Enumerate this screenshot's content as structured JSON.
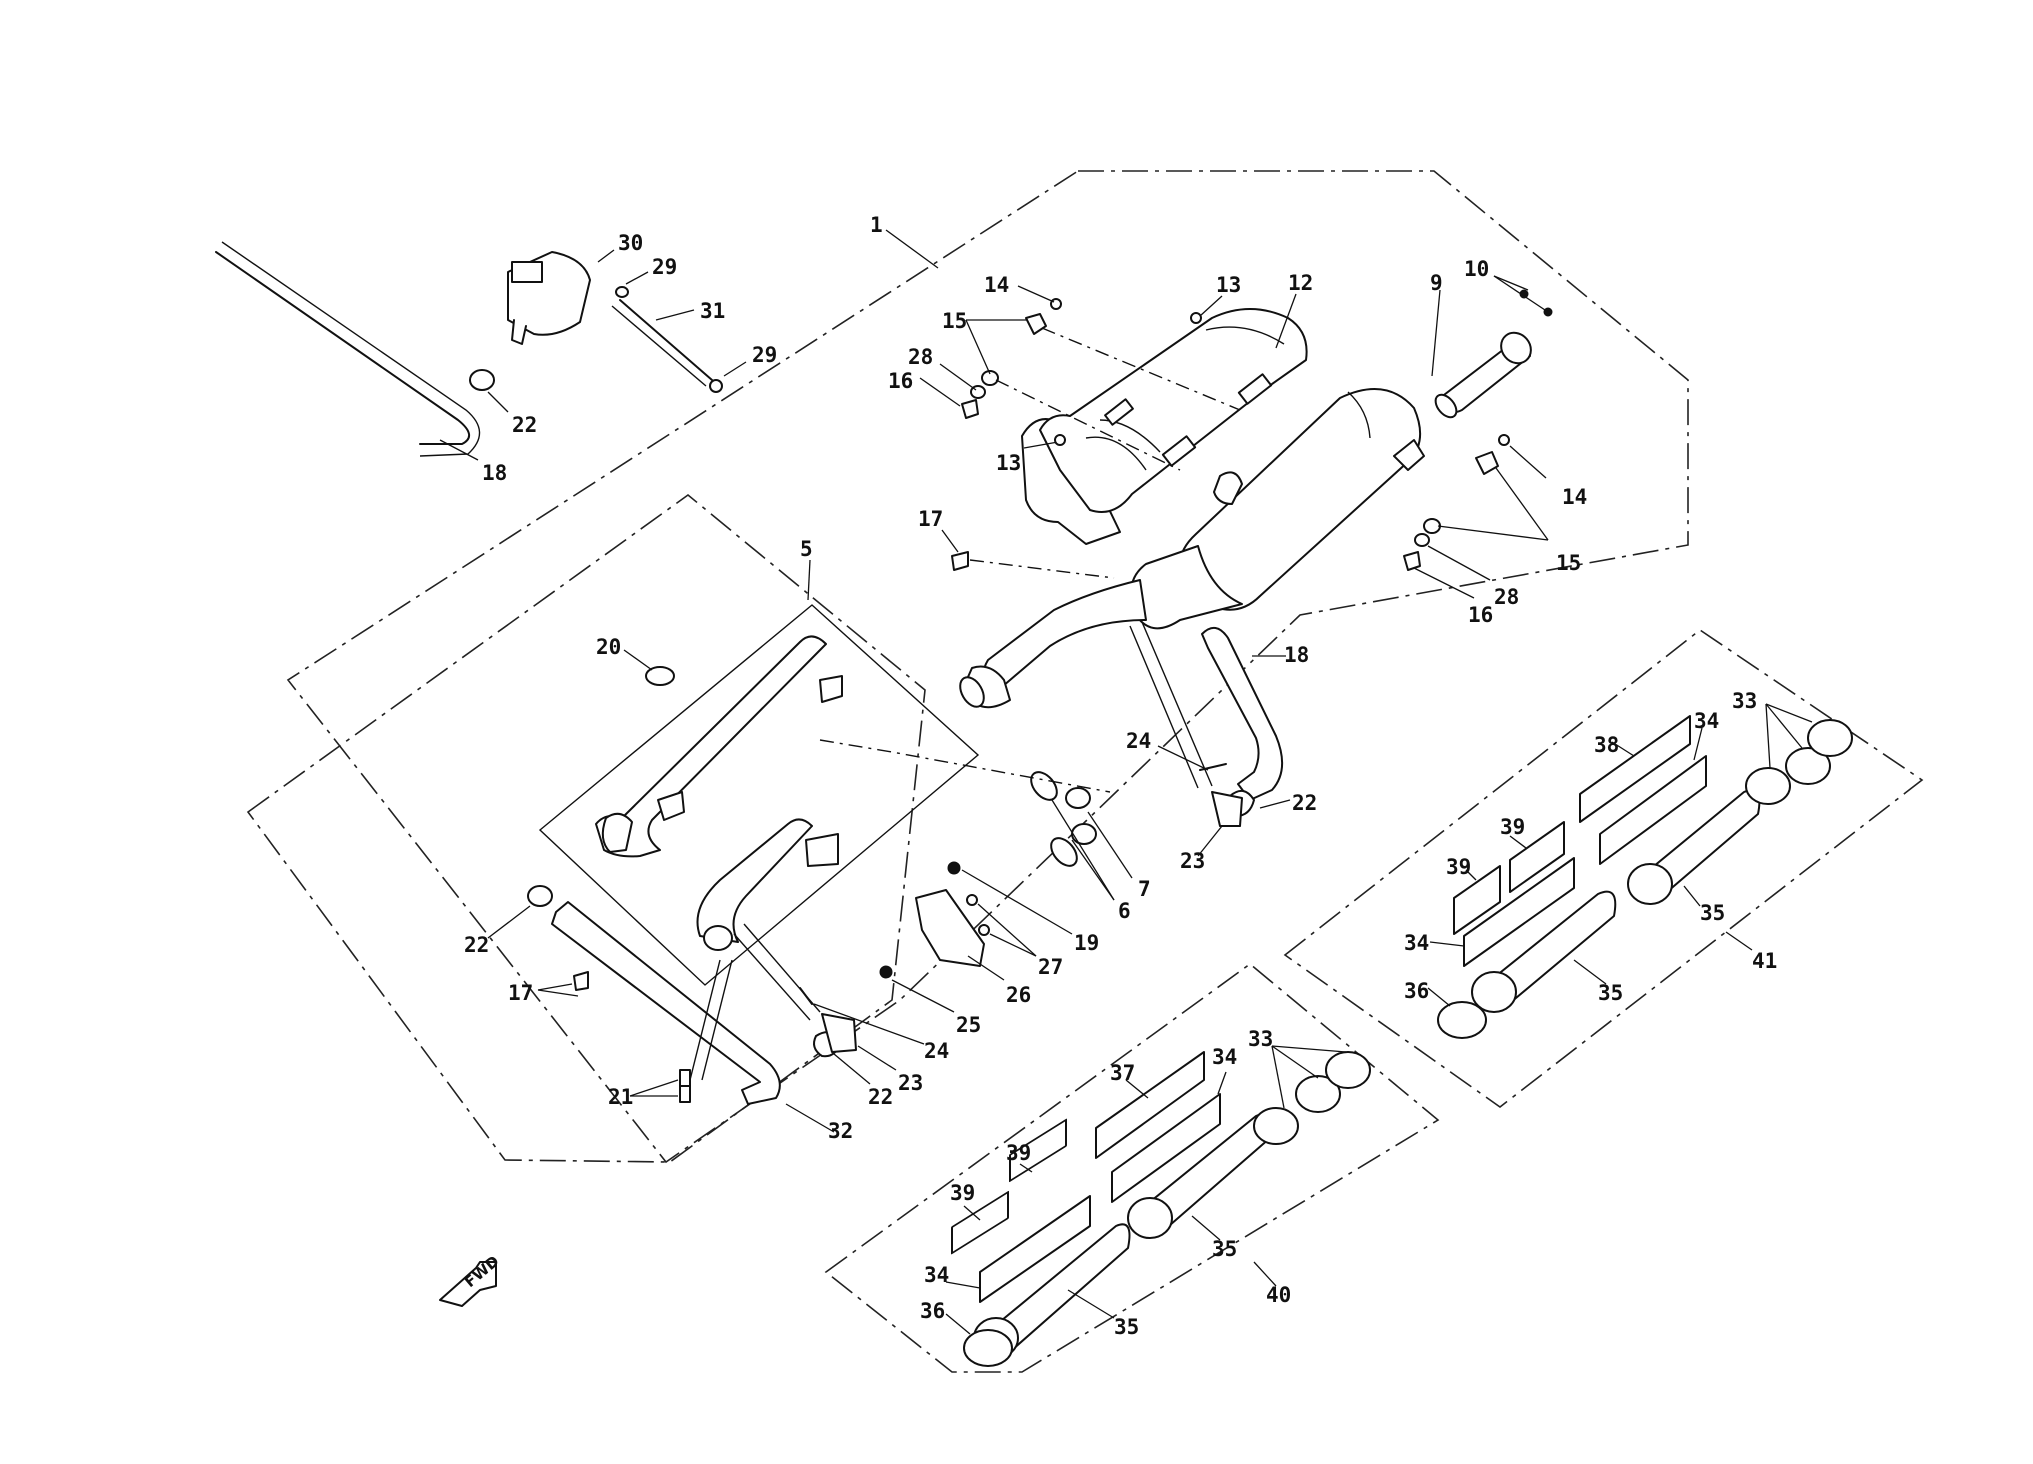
{
  "callouts": [
    {
      "id": "c1",
      "text": "1"
    },
    {
      "id": "c5",
      "text": "5"
    },
    {
      "id": "c9",
      "text": "9"
    },
    {
      "id": "c10",
      "text": "10"
    },
    {
      "id": "c12",
      "text": "12"
    },
    {
      "id": "c13a",
      "text": "13"
    },
    {
      "id": "c13b",
      "text": "13"
    },
    {
      "id": "c14a",
      "text": "14"
    },
    {
      "id": "c14b",
      "text": "14"
    },
    {
      "id": "c15a",
      "text": "15"
    },
    {
      "id": "c15b",
      "text": "15"
    },
    {
      "id": "c16a",
      "text": "16"
    },
    {
      "id": "c16b",
      "text": "16"
    },
    {
      "id": "c28a",
      "text": "28"
    },
    {
      "id": "c28b",
      "text": "28"
    },
    {
      "id": "c17a",
      "text": "17"
    },
    {
      "id": "c17b",
      "text": "17"
    },
    {
      "id": "c18a",
      "text": "18"
    },
    {
      "id": "c18b",
      "text": "18"
    },
    {
      "id": "c30",
      "text": "30"
    },
    {
      "id": "c29a",
      "text": "29"
    },
    {
      "id": "c29b",
      "text": "29"
    },
    {
      "id": "c31",
      "text": "31"
    },
    {
      "id": "c22a",
      "text": "22"
    },
    {
      "id": "c22b",
      "text": "22"
    },
    {
      "id": "c22c",
      "text": "22"
    },
    {
      "id": "c22d",
      "text": "22"
    },
    {
      "id": "c20",
      "text": "20"
    },
    {
      "id": "c24a",
      "text": "24"
    },
    {
      "id": "c24b",
      "text": "24"
    },
    {
      "id": "c23a",
      "text": "23"
    },
    {
      "id": "c23b",
      "text": "23"
    },
    {
      "id": "c7",
      "text": "7"
    },
    {
      "id": "c6",
      "text": "6"
    },
    {
      "id": "c19",
      "text": "19"
    },
    {
      "id": "c27",
      "text": "27"
    },
    {
      "id": "c26",
      "text": "26"
    },
    {
      "id": "c25",
      "text": "25"
    },
    {
      "id": "c21",
      "text": "21"
    },
    {
      "id": "c32",
      "text": "32"
    },
    {
      "id": "c33a",
      "text": "33"
    },
    {
      "id": "c33b",
      "text": "33"
    },
    {
      "id": "c34a",
      "text": "34"
    },
    {
      "id": "c34b",
      "text": "34"
    },
    {
      "id": "c34c",
      "text": "34"
    },
    {
      "id": "c34d",
      "text": "34"
    },
    {
      "id": "c35a",
      "text": "35"
    },
    {
      "id": "c35b",
      "text": "35"
    },
    {
      "id": "c35c",
      "text": "35"
    },
    {
      "id": "c35d",
      "text": "35"
    },
    {
      "id": "c36a",
      "text": "36"
    },
    {
      "id": "c36b",
      "text": "36"
    },
    {
      "id": "c37",
      "text": "37"
    },
    {
      "id": "c38",
      "text": "38"
    },
    {
      "id": "c39a",
      "text": "39"
    },
    {
      "id": "c39b",
      "text": "39"
    },
    {
      "id": "c39c",
      "text": "39"
    },
    {
      "id": "c39d",
      "text": "39"
    },
    {
      "id": "c40",
      "text": "40"
    },
    {
      "id": "c41",
      "text": "41"
    }
  ],
  "fwd_label": "FWD"
}
